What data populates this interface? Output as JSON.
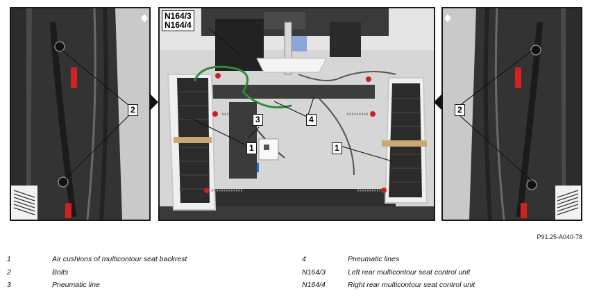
{
  "callouts": {
    "n164": "N164/3\nN164/4",
    "center_3": "3",
    "center_4": "4",
    "center_1_left": "1",
    "center_1_right": "1",
    "left_2": "2",
    "right_2": "2"
  },
  "reference_code": "P91.25-A040-78",
  "legend": {
    "left": [
      {
        "num": "1",
        "desc": "Air cushions of multicontour seat backrest"
      },
      {
        "num": "2",
        "desc": "Bolts"
      },
      {
        "num": "3",
        "desc": "Pneumatic line"
      }
    ],
    "right": [
      {
        "num": "4",
        "desc": "Pneumatic lines"
      },
      {
        "num": "N164/3",
        "desc": "Left rear multicontour seat control unit"
      },
      {
        "num": "N164/4",
        "desc": "Right rear multicontour seat control unit"
      }
    ]
  },
  "colors": {
    "frame": "#1a1a1a",
    "pneumatic_line_green": "#2f8a3a",
    "bolt_red": "#cc1f1f",
    "connector_blue": "#2b6fd6"
  }
}
